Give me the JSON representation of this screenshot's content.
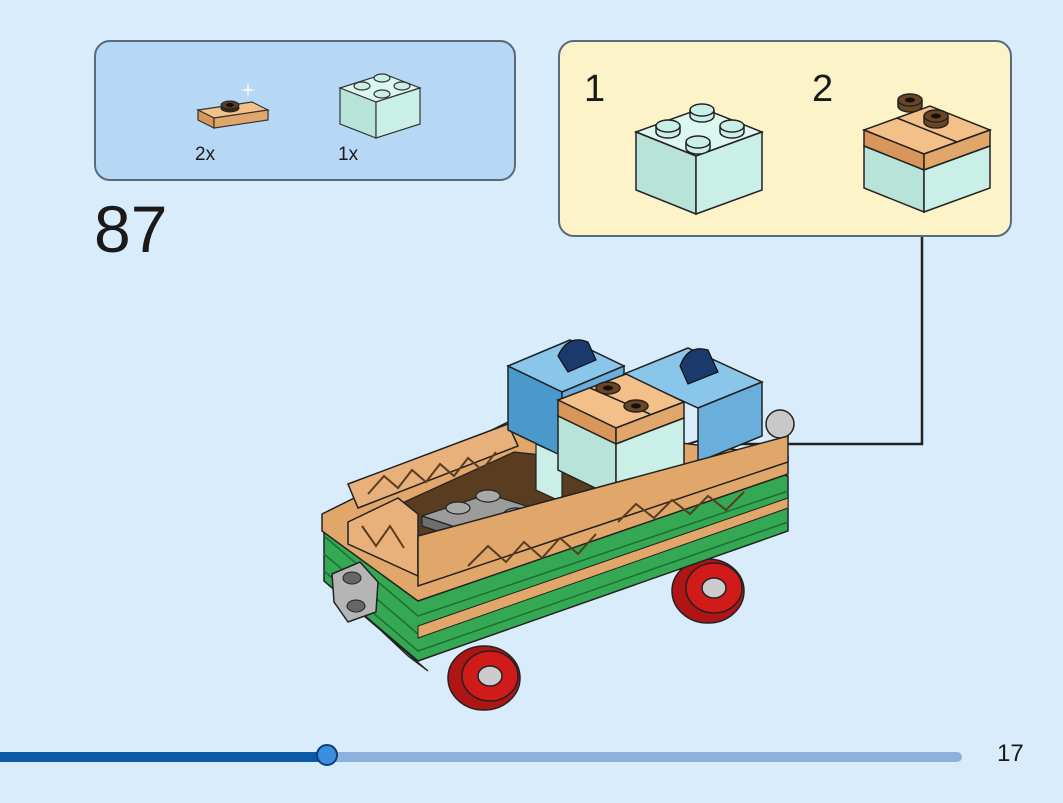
{
  "parts_list": {
    "items": [
      {
        "name": "plate-1x2-jumper-nougat",
        "quantity": "2x",
        "color": "#e0a66a"
      },
      {
        "name": "brick-2x2-light-aqua",
        "quantity": "1x",
        "color": "#c9efe7"
      }
    ]
  },
  "step": {
    "number": "87"
  },
  "sub_assembly": {
    "steps": [
      {
        "number": "1"
      },
      {
        "number": "2"
      }
    ]
  },
  "progress": {
    "fraction": 0.34
  },
  "page": {
    "number": "17"
  },
  "colors": {
    "background": "#d8ecfb",
    "parts_box": "#b7d8f5",
    "sub_box": "#fdf3c8",
    "nougat": "#e0a66a",
    "light_aqua": "#c9efe7",
    "medium_blue": "#6aaedc",
    "green": "#34a853",
    "red_wheel": "#d11a1a",
    "progress_done": "#0c5aa6",
    "progress_remaining": "#8eb0dd"
  },
  "icons": [
    "new-part-sparkle-icon",
    "callout-arrow-icon"
  ]
}
